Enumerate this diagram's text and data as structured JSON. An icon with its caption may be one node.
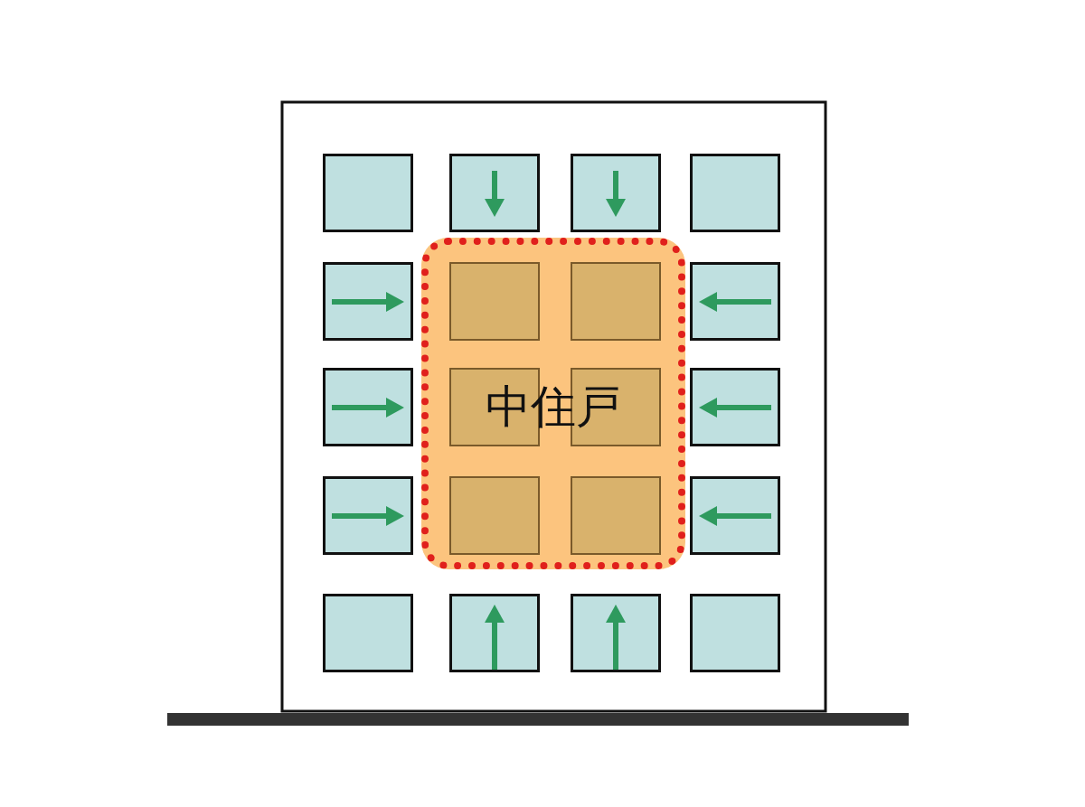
{
  "diagram": {
    "nodes": [
      {
        "text": [],
        "shape": "box"
      },
      {
        "text": [],
        "shape": "box"
      },
      {
        "text": [],
        "shape": "box"
      },
      {
        "text": [],
        "shape": "box"
      },
      {
        "text": [
          "中住戸"
        ]
      },
      {
        "text": [],
        "shape": "box"
      },
      {
        "text": [],
        "shape": "box",
        "in": 4
      },
      {
        "text": [],
        "shape": "box",
        "in": 4
      },
      {
        "text": [],
        "shape": "box"
      },
      {
        "text": [],
        "shape": "box"
      },
      {
        "text": [],
        "shape": "box",
        "in": 4
      },
      {
        "text": [],
        "shape": "box",
        "in": 4
      },
      {
        "text": [],
        "shape": "box"
      },
      {
        "text": [],
        "shape": "box"
      },
      {
        "text": [],
        "shape": "box",
        "in": 4
      },
      {
        "text": [],
        "shape": "box",
        "in": 4
      },
      {
        "text": [],
        "shape": "box"
      },
      {
        "text": [],
        "shape": "box"
      },
      {
        "text": [],
        "shape": "box"
      },
      {
        "text": [],
        "shape": "box"
      },
      {
        "text": [],
        "shape": "box"
      }
    ]
  }
}
